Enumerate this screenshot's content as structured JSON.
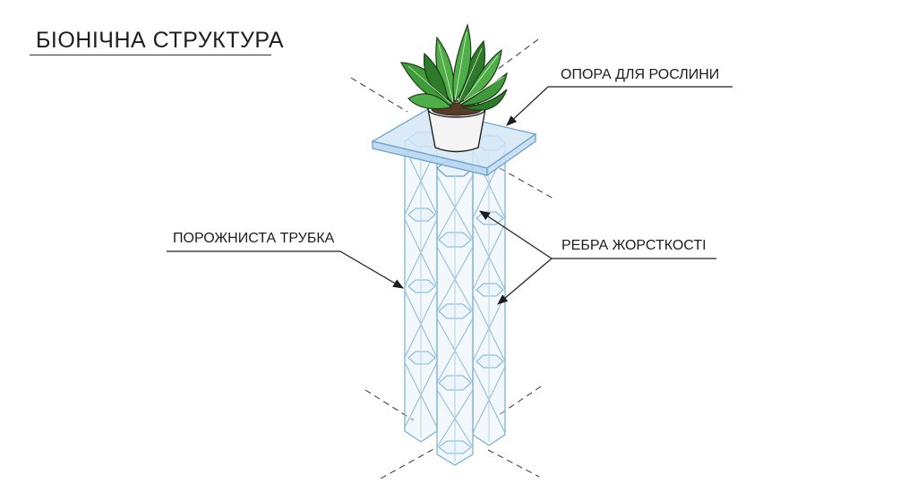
{
  "title": "БІОНІЧНА СТРУКТУРА",
  "labels": {
    "plant_support": "ОПОРА ДЛЯ РОСЛИНИ",
    "hollow_tube": "ПОРОЖНИСТА ТРУБКА",
    "stiffening_ribs": "РЕБРА ЖОРСТКОСТІ"
  },
  "colors": {
    "glass_stroke": "#7fb3d9",
    "glass_fill": "#dcebf7",
    "leaf": "#3f9a3a",
    "leaf_dark": "#2e7a2b",
    "pot": "#f4f4f4",
    "soil": "#5a3b28",
    "text": "#1d1d1d"
  }
}
